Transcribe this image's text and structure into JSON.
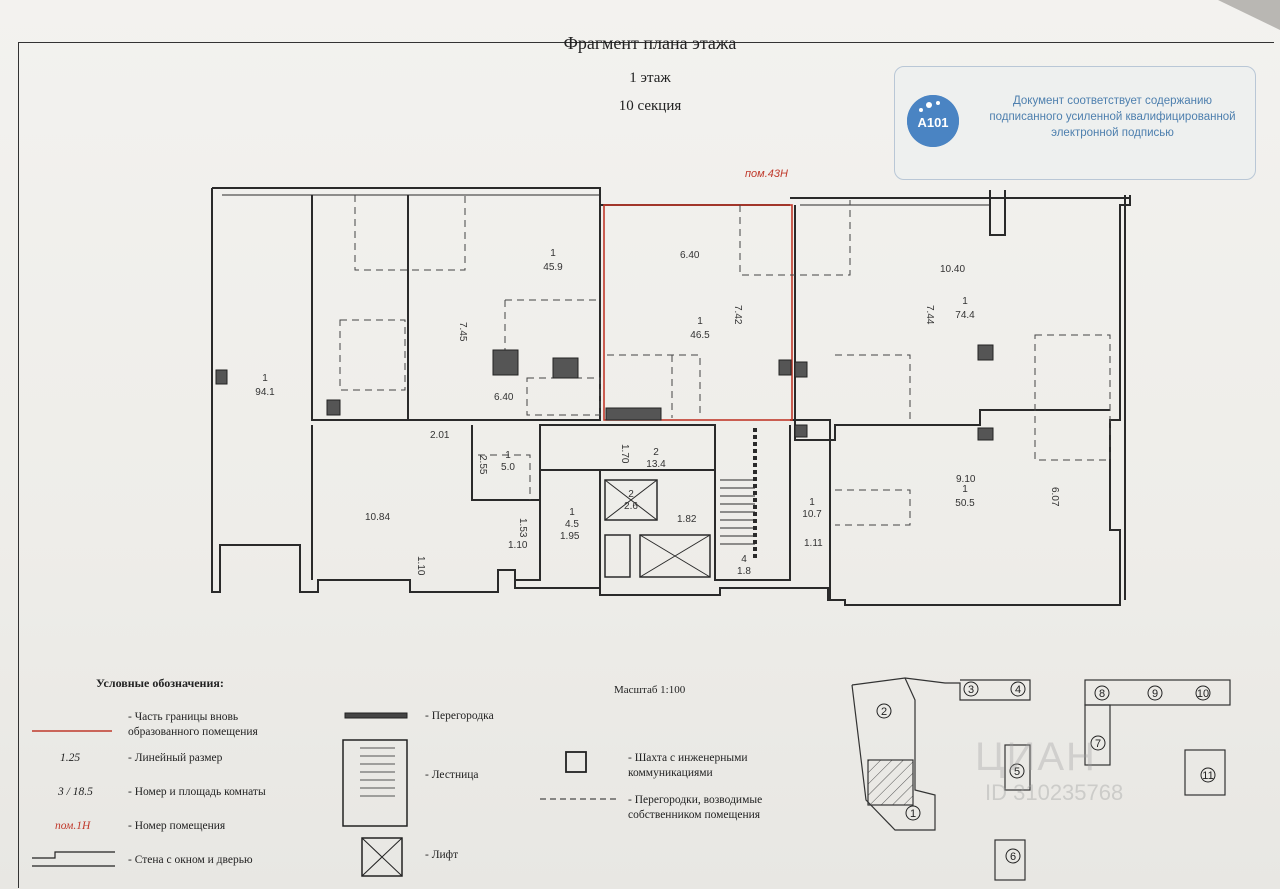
{
  "title": "Фрагмент плана этажа",
  "floor": "1 этаж",
  "section": "10 секция",
  "stamp": {
    "logo_text": "A101",
    "text": "Документ соответствует содержанию подписанного усиленной квалифицированной электронной подписью"
  },
  "unit_label": "пом.43Н",
  "scale": "Масштаб 1:100",
  "legend": {
    "title": "Условные обозначения:",
    "items": [
      {
        "symbol": "",
        "text": "- Часть границы вновь образованного помещения"
      },
      {
        "symbol": "1.25",
        "text": "- Линейный размер"
      },
      {
        "symbol": "3 / 18.5",
        "text": "- Номер и площадь комнаты"
      },
      {
        "symbol": "пом.1Н",
        "text": "- Номер помещения"
      },
      {
        "symbol": "",
        "text": "- Стена с окном и дверью"
      },
      {
        "symbol": "",
        "text": "- Перегородка"
      },
      {
        "symbol": "",
        "text": "- Лестница"
      },
      {
        "symbol": "",
        "text": "- Лифт"
      },
      {
        "symbol": "",
        "text": "- Шахта с инженерными коммуникациями"
      },
      {
        "symbol": "",
        "text": "- Перегородки, возводимые собственником помещения"
      }
    ]
  },
  "rooms": [
    {
      "num": "1",
      "area": "94.1"
    },
    {
      "num": "1",
      "area": "45.9"
    },
    {
      "num": "1",
      "area": "46.5"
    },
    {
      "num": "1",
      "area": "74.4"
    },
    {
      "num": "1",
      "area": "5.0"
    },
    {
      "num": "2",
      "area": "13.4"
    },
    {
      "num": "1",
      "area": "4.5"
    },
    {
      "num": "2",
      "area": "2.6"
    },
    {
      "num": "1",
      "area": "10.7"
    },
    {
      "num": "4",
      "area": "1.8"
    },
    {
      "num": "1",
      "area": "50.5"
    }
  ],
  "dimensions": [
    "7.45",
    "6.40",
    "6.40",
    "7.42",
    "10.40",
    "7.44",
    "2.01",
    "2.55",
    "1.70",
    "10.84",
    "1.53",
    "1.10",
    "1.95",
    "1.82",
    "1.11",
    "9.10",
    "6.07",
    "1.10"
  ],
  "keymap_sections": [
    "1",
    "2",
    "3",
    "4",
    "5",
    "6",
    "7",
    "8",
    "9",
    "10",
    "11"
  ],
  "watermark": "ЦИАН",
  "watermark_id": "ID 310235768"
}
